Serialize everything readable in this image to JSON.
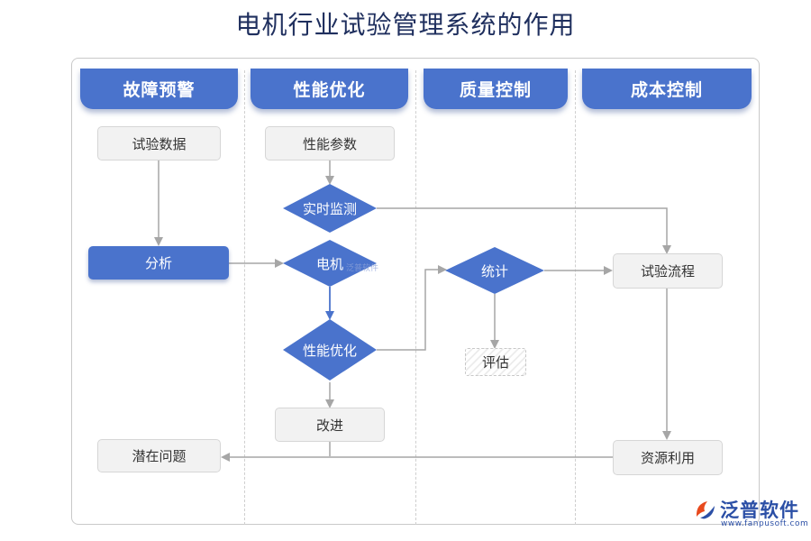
{
  "title": "电机行业试验管理系统的作用",
  "columns": [
    "故障预警",
    "性能优化",
    "质量控制",
    "成本控制"
  ],
  "nodes": {
    "test_data": "试验数据",
    "analysis": "分析",
    "potential_issues": "潜在问题",
    "perf_params": "性能参数",
    "realtime_monitor": "实时监测",
    "motor": "电机",
    "perf_opt": "性能优化",
    "improve": "改进",
    "statistics": "统计",
    "evaluate": "评估",
    "test_flow": "试验流程",
    "resource_use": "资源利用"
  },
  "watermark": "泛普软件",
  "logo": {
    "name": "泛普软件",
    "url": "www.fanpusoft.com"
  },
  "colors": {
    "accent": "#4a73cc",
    "title": "#1f2f5e",
    "arrow": "#a6a6a6"
  }
}
